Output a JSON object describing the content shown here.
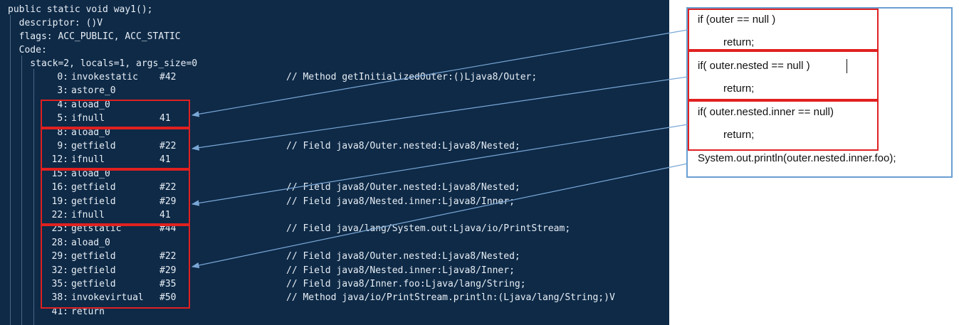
{
  "colors": {
    "code_background": "#0e2a47",
    "code_text": "#e8eef5",
    "highlight_box": "#e02020",
    "source_panel_border": "#6a9fd2",
    "arrow": "#7aa7d6"
  },
  "bytecode": {
    "header": [
      "public static void way1();",
      "  descriptor: ()V",
      "  flags: ACC_PUBLIC, ACC_STATIC",
      "  Code:",
      "    stack=2, locals=1, args_size=0"
    ],
    "instructions": [
      {
        "offset": "0:",
        "op": "invokestatic",
        "arg": "#42",
        "comment": "// Method getInitializedOuter:()Ljava8/Outer;"
      },
      {
        "offset": "3:",
        "op": "astore_0",
        "arg": "",
        "comment": ""
      },
      {
        "offset": "4:",
        "op": "aload_0",
        "arg": "",
        "comment": ""
      },
      {
        "offset": "5:",
        "op": "ifnull",
        "arg": "41",
        "comment": ""
      },
      {
        "offset": "8:",
        "op": "aload_0",
        "arg": "",
        "comment": ""
      },
      {
        "offset": "9:",
        "op": "getfield",
        "arg": "#22",
        "comment": "// Field java8/Outer.nested:Ljava8/Nested;"
      },
      {
        "offset": "12:",
        "op": "ifnull",
        "arg": "41",
        "comment": ""
      },
      {
        "offset": "15:",
        "op": "aload_0",
        "arg": "",
        "comment": ""
      },
      {
        "offset": "16:",
        "op": "getfield",
        "arg": "#22",
        "comment": "// Field java8/Outer.nested:Ljava8/Nested;"
      },
      {
        "offset": "19:",
        "op": "getfield",
        "arg": "#29",
        "comment": "// Field java8/Nested.inner:Ljava8/Inner;"
      },
      {
        "offset": "22:",
        "op": "ifnull",
        "arg": "41",
        "comment": ""
      },
      {
        "offset": "25:",
        "op": "getstatic",
        "arg": "#44",
        "comment": "// Field java/lang/System.out:Ljava/io/PrintStream;"
      },
      {
        "offset": "28:",
        "op": "aload_0",
        "arg": "",
        "comment": ""
      },
      {
        "offset": "29:",
        "op": "getfield",
        "arg": "#22",
        "comment": "// Field java8/Outer.nested:Ljava8/Nested;"
      },
      {
        "offset": "32:",
        "op": "getfield",
        "arg": "#29",
        "comment": "// Field java8/Nested.inner:Ljava8/Inner;"
      },
      {
        "offset": "35:",
        "op": "getfield",
        "arg": "#35",
        "comment": "// Field java8/Inner.foo:Ljava/lang/String;"
      },
      {
        "offset": "38:",
        "op": "invokevirtual",
        "arg": "#50",
        "comment": "// Method java/io/PrintStream.println:(Ljava/lang/String;)V"
      },
      {
        "offset": "41:",
        "op": "return",
        "arg": "",
        "comment": ""
      }
    ]
  },
  "source": {
    "lines": [
      "if (outer == null )",
      "return;",
      "if( outer.nested == null )",
      "return;",
      "if( outer.nested.inner == null)",
      "return;",
      "System.out.println(outer.nested.inner.foo);"
    ]
  }
}
